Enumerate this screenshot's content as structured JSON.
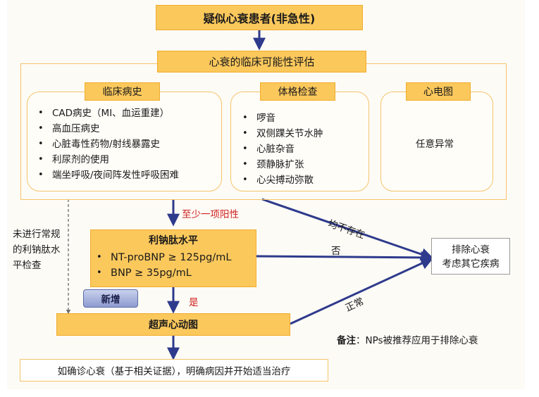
{
  "top_box": "疑似心衰患者(非急性)",
  "assessment_box": "心衰的临床可能性评估",
  "history": {
    "title": "临床病史",
    "items": [
      "CAD病史（MI、血运重建）",
      "高血压病史",
      "心脏毒性药物/射线暴露史",
      "利尿剂的使用",
      "端坐呼吸/夜间阵发性呼吸困难"
    ]
  },
  "exam": {
    "title": "体格检查",
    "items": [
      "啰音",
      "双侧踝关节水肿",
      "心脏杂音",
      "颈静脉扩张",
      "心尖搏动弥散"
    ]
  },
  "ecg": {
    "title": "心电图",
    "text": "任意异常"
  },
  "labels": {
    "at_least_one": "至少一项阳性",
    "none_present": "均不存在",
    "no": "否",
    "yes": "是",
    "normal": "正常"
  },
  "side_note": "未进行常规的利钠肽水平检查",
  "np_box": {
    "title": "利钠肽水平",
    "items": [
      "NT-proBNP ≥ 125pg/mL",
      "BNP ≥ 35pg/mL"
    ]
  },
  "new_badge": "新增",
  "echo_box": "超声心动图",
  "exclude_box": {
    "line1": "排除心衰",
    "line2": "考虑其它疾病"
  },
  "remark": {
    "label": "备注",
    "text": "：NPs被推荐应用于排除心衰"
  },
  "bottom_box": "如确诊心衰（基于相关证据），明确病因并开始适当治疗",
  "colors": {
    "orange_fill": "#fbc85c",
    "orange_border": "#f0ad2d",
    "arrow": "#2e3a8c",
    "red_label": "#d0201e"
  }
}
